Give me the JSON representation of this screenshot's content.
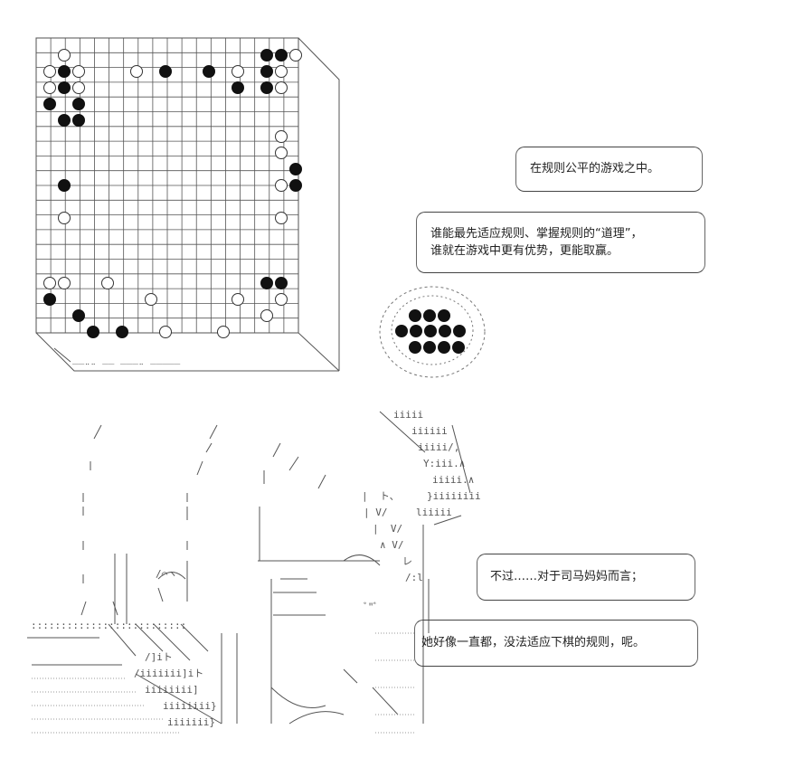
{
  "board": {
    "size": 19,
    "black_stones": [
      [
        0,
        15
      ],
      [
        0,
        16
      ],
      [
        1,
        1
      ],
      [
        1,
        8
      ],
      [
        1,
        11
      ],
      [
        1,
        15
      ],
      [
        2,
        1
      ],
      [
        2,
        13
      ],
      [
        2,
        15
      ],
      [
        3,
        0
      ],
      [
        3,
        2
      ],
      [
        4,
        1
      ],
      [
        4,
        2
      ],
      [
        7,
        17
      ],
      [
        8,
        1
      ],
      [
        8,
        17
      ],
      [
        14,
        15
      ],
      [
        14,
        16
      ],
      [
        15,
        0
      ],
      [
        16,
        2
      ],
      [
        17,
        3
      ],
      [
        17,
        5
      ]
    ],
    "white_stones": [
      [
        0,
        1
      ],
      [
        0,
        17
      ],
      [
        1,
        0
      ],
      [
        1,
        2
      ],
      [
        1,
        6
      ],
      [
        1,
        13
      ],
      [
        1,
        16
      ],
      [
        2,
        0
      ],
      [
        2,
        2
      ],
      [
        2,
        16
      ],
      [
        5,
        16
      ],
      [
        6,
        16
      ],
      [
        8,
        16
      ],
      [
        10,
        1
      ],
      [
        10,
        16
      ],
      [
        14,
        0
      ],
      [
        14,
        1
      ],
      [
        14,
        4
      ],
      [
        15,
        7
      ],
      [
        15,
        13
      ],
      [
        15,
        16
      ],
      [
        16,
        15
      ],
      [
        17,
        8
      ],
      [
        17,
        12
      ]
    ]
  },
  "bubbles": {
    "b1": {
      "line1": "在规则公平的游戏之中。"
    },
    "b2": {
      "line1": "谁能最先适应规则、掌握规则的“道理”，",
      "line2": "谁就在游戏中更有优势，更能取赢。"
    },
    "b3": {
      "line1": "不过……对于司马妈妈而言；"
    },
    "b4": {
      "line1": "她好像一直都，没法适应下棋的规则，呢。"
    }
  },
  "ascii": {
    "board_base": "‾‾¨¨ ‾‾ ‾‾‾¨ ‾‾‾‾‾",
    "hair_right_1": "iiiii",
    "hair_right_2": "iiiiii",
    "hair_right_3": "iiiii/,",
    "hair_right_4": "Y:iii.∧",
    "hair_right_5": "iiiii.∧",
    "hair_right_6": "}iiiiiiii",
    "hair_right_7": "liiiii",
    "face_1": "|  ト、",
    "face_2": "| V/",
    "face_3": "|  V/",
    "face_4": "∧ V/",
    "face_5": "レ",
    "face_6": "/:l",
    "mouth": "ﾞ\"ﾞ",
    "body_left_1": "/⌒ヽ",
    "body_left_2": "/]iト",
    "body_left_3": "/iiiiiii]iト",
    "body_left_4": "iiiiiiii]",
    "body_left_5": "iiiiiiii}",
    "body_left_6": "iiiiiii}",
    "hatch": "::::::::::::::::::::::::::"
  },
  "colors": {
    "ink": "#222222",
    "line": "#444444",
    "stone_white_fill": "#ffffff"
  }
}
